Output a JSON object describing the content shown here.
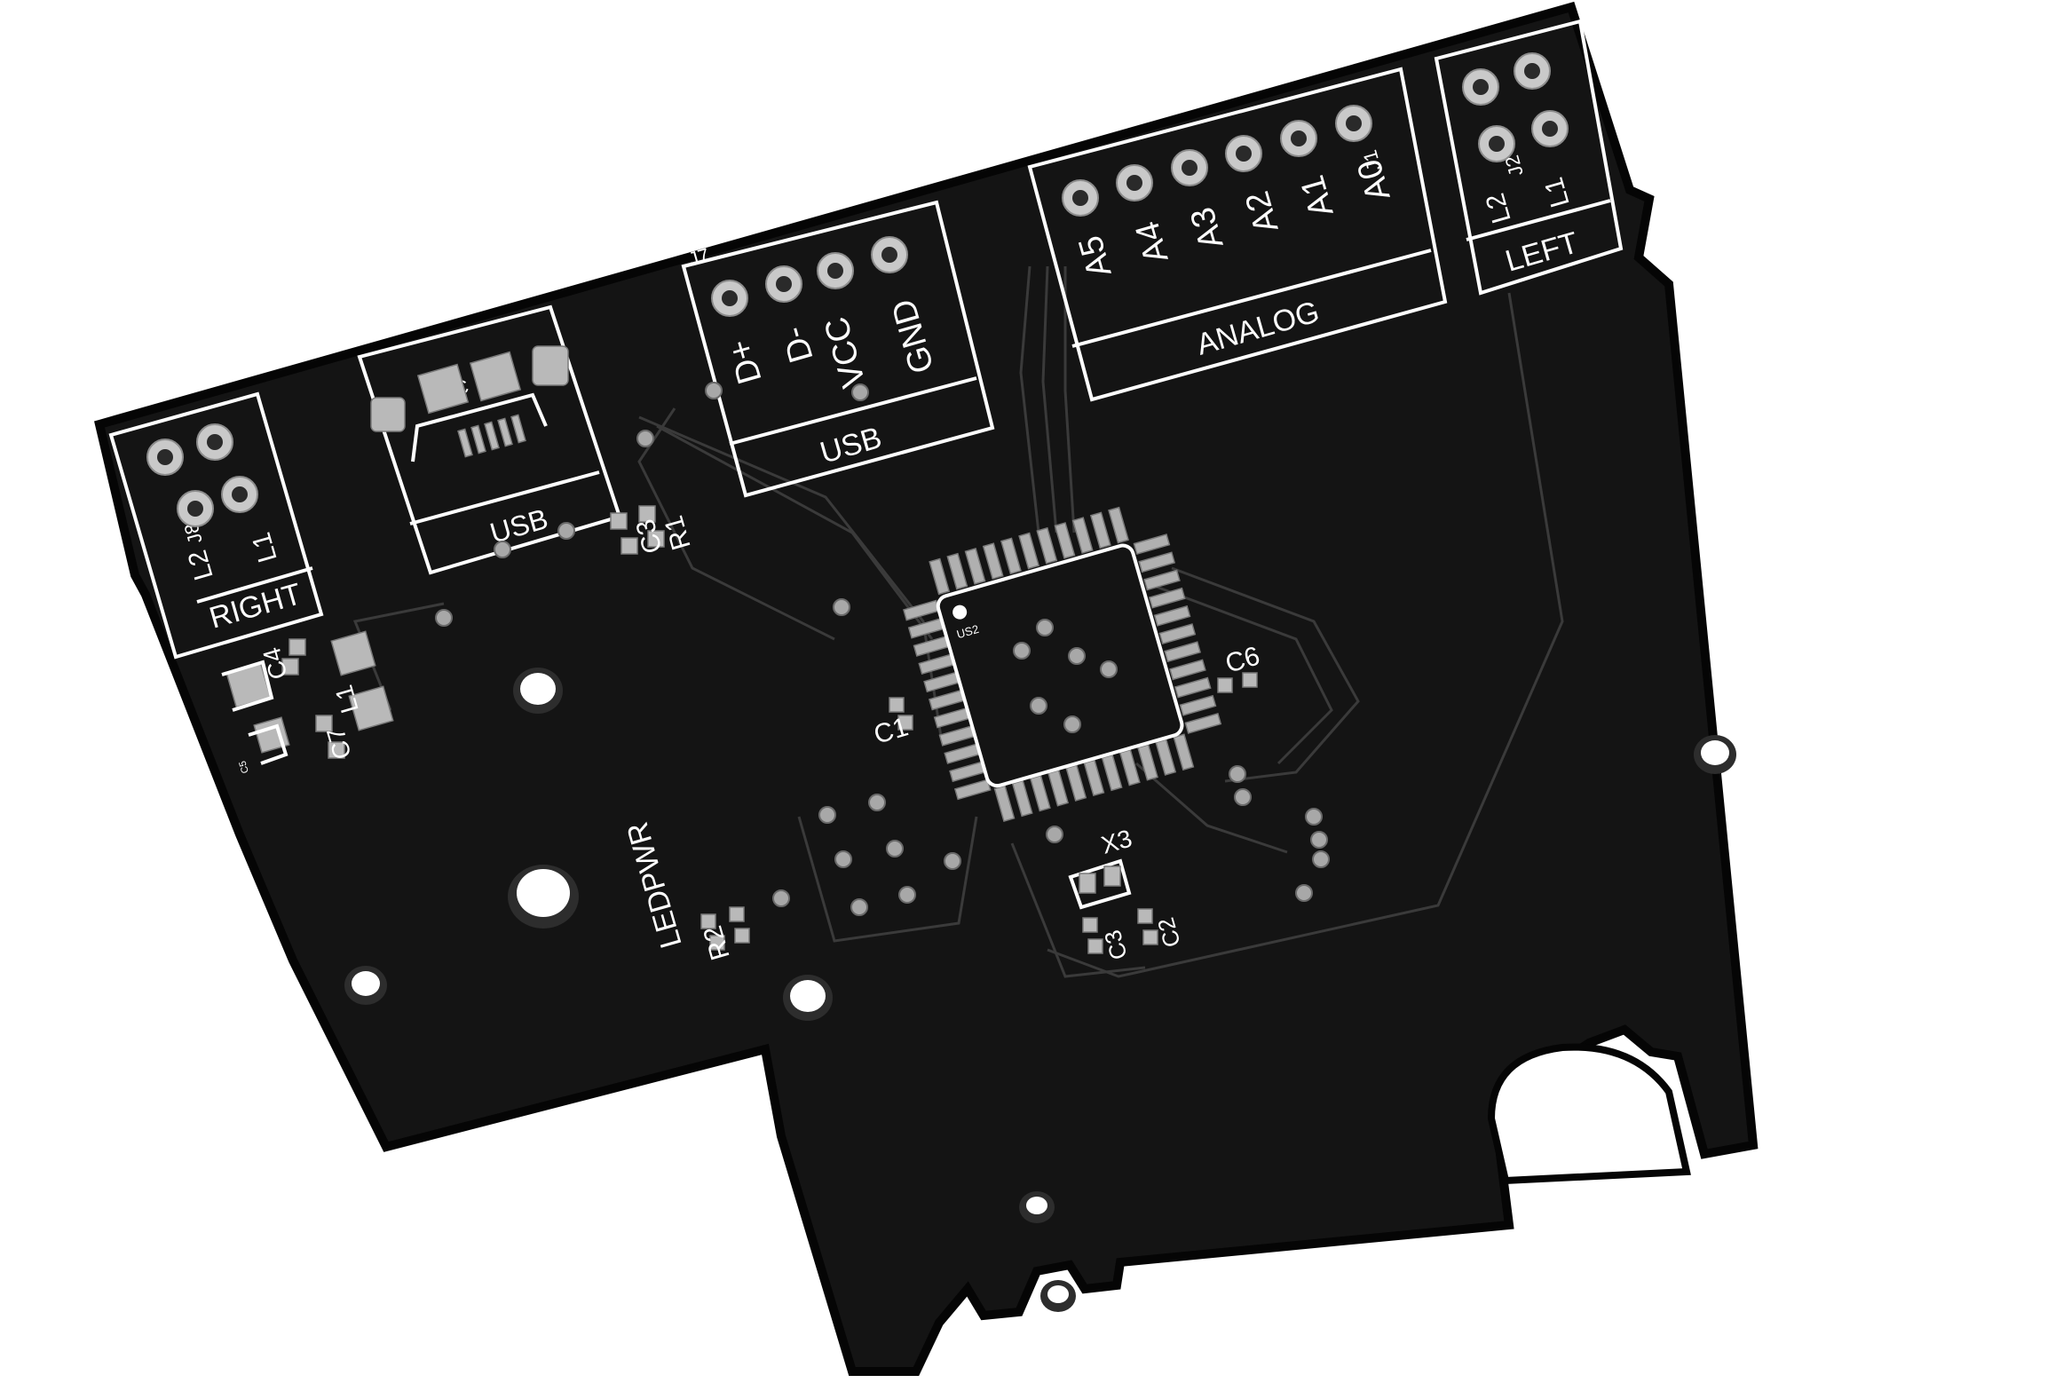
{
  "board": {
    "color": "#141414",
    "edge_color": "#050505",
    "silkscreen_color": "#ffffff",
    "pad_color": "#c9c9c9"
  },
  "headers": {
    "right": {
      "box_label": "RIGHT",
      "designator": "J8",
      "pin_labels": [
        "L2",
        "L1"
      ]
    },
    "usb_connector": {
      "box_label": "USB",
      "designator": "C"
    },
    "usb_header": {
      "box_label": "USB",
      "designator": "J7",
      "pin_labels": [
        "D+",
        "D-",
        "VCC",
        "GND"
      ]
    },
    "analog": {
      "box_label": "ANALOG",
      "designator": "J1",
      "pin_labels": [
        "A5",
        "A4",
        "A3",
        "A2",
        "A1",
        "A0"
      ]
    },
    "left": {
      "box_label": "LEFT",
      "designator": "J2",
      "pin_labels": [
        "L2",
        "L1"
      ]
    }
  },
  "components": {
    "mcu": "US2",
    "resistors": [
      "R1",
      "R2"
    ],
    "capacitors": [
      "C1",
      "C2",
      "C3",
      "C4",
      "C6",
      "C7"
    ],
    "inductor": "L1",
    "crystal": "X3",
    "led": "LEDPWR",
    "small_labels": [
      "C3",
      "C5"
    ]
  }
}
